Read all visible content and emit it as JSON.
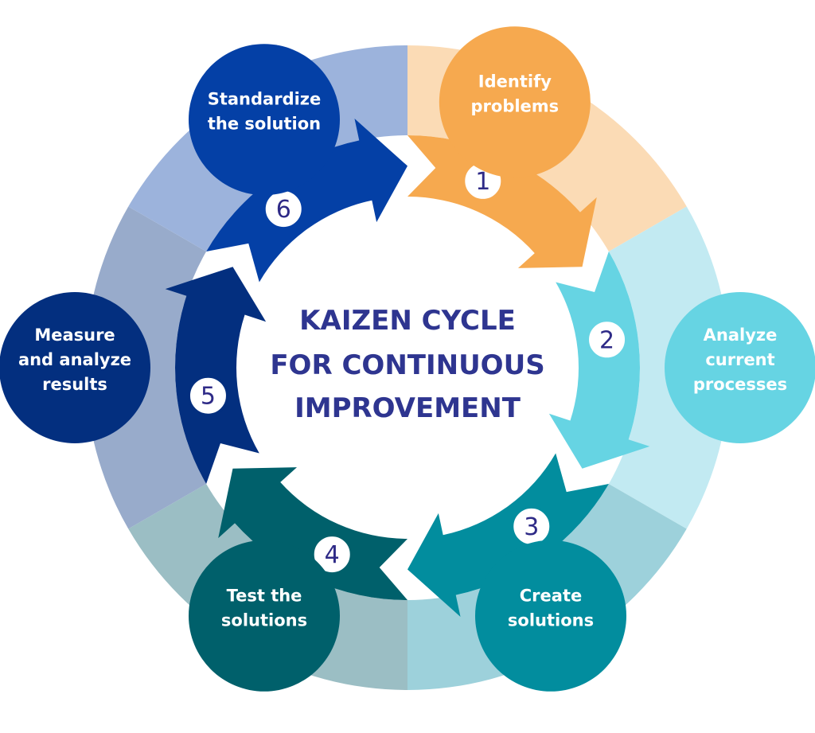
{
  "title": {
    "lines": [
      "KAIZEN CYCLE",
      "FOR CONTINUOUS",
      "IMPROVEMENT"
    ],
    "color": "#2e3590"
  },
  "steps": [
    {
      "number": "1",
      "label_lines": [
        "Identify",
        "problems"
      ],
      "node_color": "#f6a94f",
      "band_color": "#fbdbb5",
      "arrow_color": "#f6a94f"
    },
    {
      "number": "2",
      "label_lines": [
        "Analyze",
        "current",
        "processes"
      ],
      "node_color": "#66d4e3",
      "band_color": "#c2eaf2",
      "arrow_color": "#66d4e3"
    },
    {
      "number": "3",
      "label_lines": [
        "Create",
        "solutions"
      ],
      "node_color": "#028d9e",
      "band_color": "#9dd1db",
      "arrow_color": "#028d9e"
    },
    {
      "number": "4",
      "label_lines": [
        "Test the",
        "solutions"
      ],
      "node_color": "#00606b",
      "band_color": "#9bbec4",
      "arrow_color": "#00606b"
    },
    {
      "number": "5",
      "label_lines": [
        "Measure",
        "and analyze",
        "results"
      ],
      "node_color": "#032f7f",
      "band_color": "#98abcb",
      "arrow_color": "#032f7f"
    },
    {
      "number": "6",
      "label_lines": [
        "Standardize",
        "the solution"
      ],
      "node_color": "#0440a6",
      "band_color": "#9cb3dc",
      "arrow_color": "#0440a6"
    }
  ]
}
